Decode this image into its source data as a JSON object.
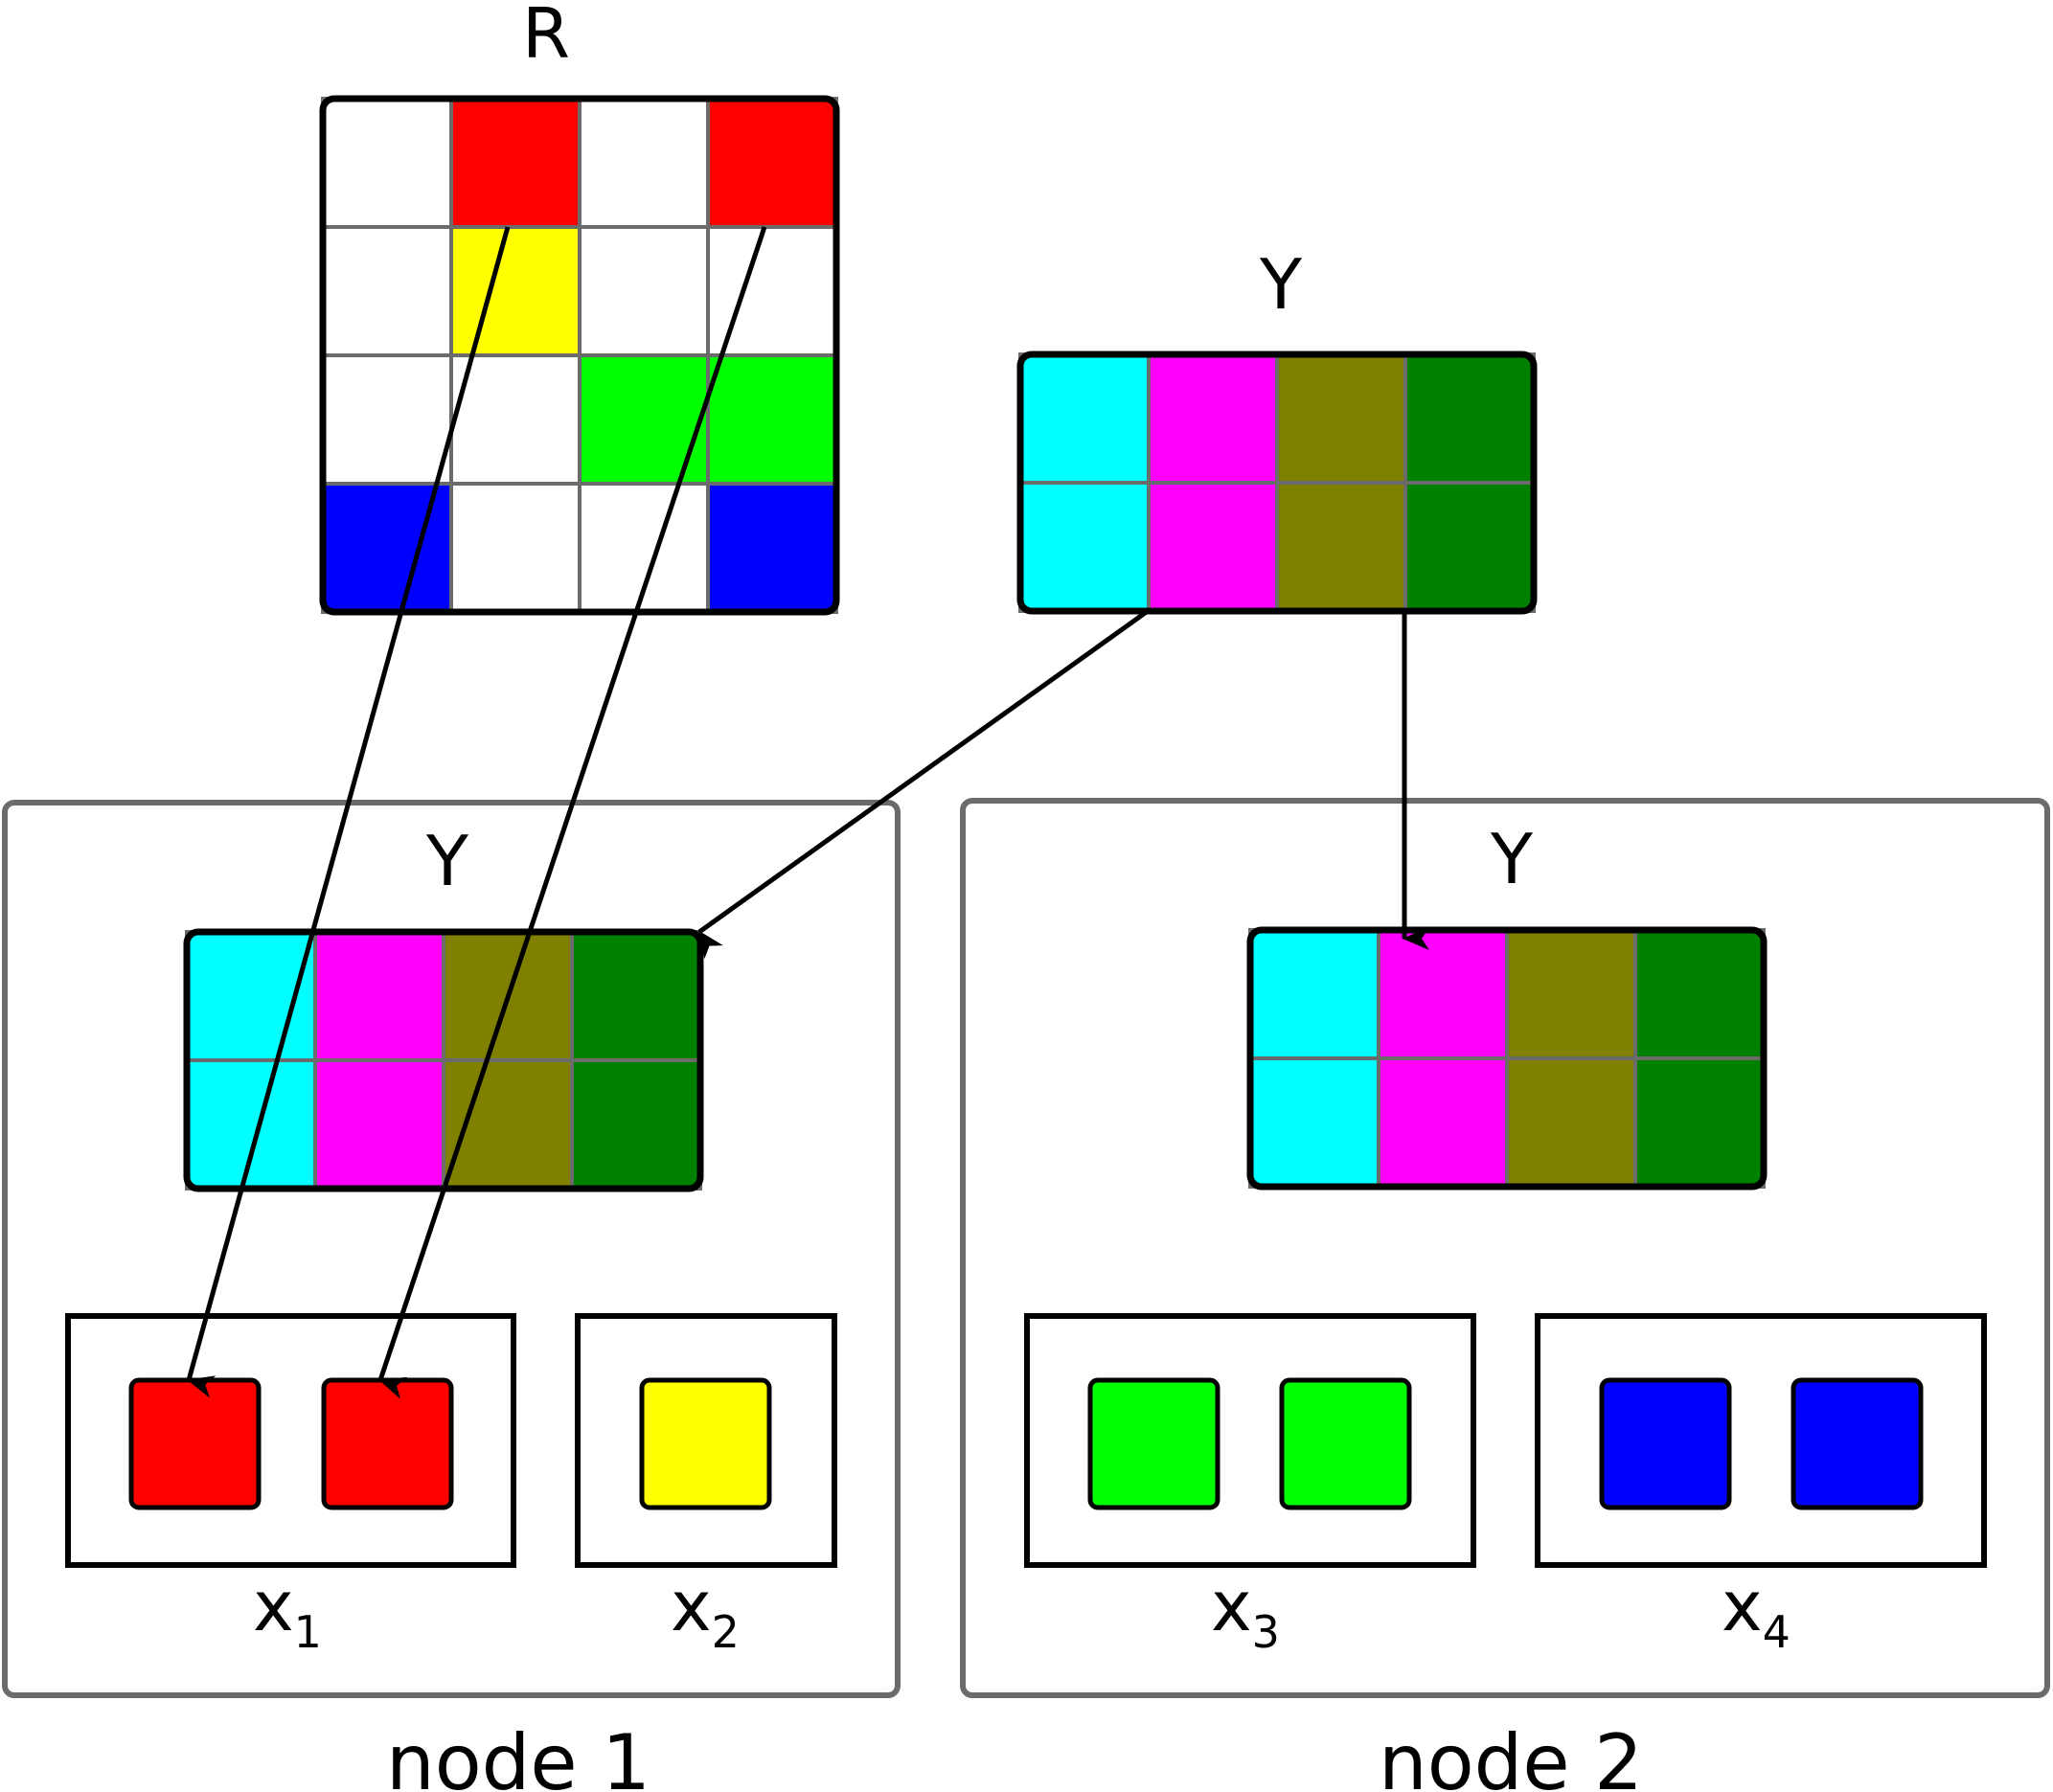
{
  "colors": {
    "white": "#ffffff",
    "red": "#ff0000",
    "yellow": "#ffff00",
    "green": "#00ff00",
    "blue": "#0000ff",
    "cyan": "#00ffff",
    "magenta": "#ff00ff",
    "olive": "#808000",
    "darkgreen": "#008000",
    "gridline": "#6b6b6b",
    "node_border": "#6b6b6b",
    "outline": "#000000"
  },
  "matrix_r": {
    "label": "R",
    "cells": [
      [
        "white",
        "red",
        "white",
        "red"
      ],
      [
        "white",
        "yellow",
        "white",
        "white"
      ],
      [
        "white",
        "white",
        "green",
        "green"
      ],
      [
        "blue",
        "white",
        "white",
        "blue"
      ]
    ]
  },
  "matrix_y": {
    "label": "Y",
    "cells": [
      [
        "cyan",
        "magenta",
        "olive",
        "darkgreen"
      ],
      [
        "cyan",
        "magenta",
        "olive",
        "darkgreen"
      ]
    ]
  },
  "nodes": [
    {
      "label": "node 1",
      "y_label": "Y",
      "groups": [
        {
          "name": "x",
          "sub": "1",
          "blocks": [
            "red",
            "red"
          ]
        },
        {
          "name": "x",
          "sub": "2",
          "blocks": [
            "yellow"
          ]
        }
      ]
    },
    {
      "label": "node 2",
      "y_label": "Y",
      "groups": [
        {
          "name": "x",
          "sub": "3",
          "blocks": [
            "green",
            "green"
          ]
        },
        {
          "name": "x",
          "sub": "4",
          "blocks": [
            "blue",
            "blue"
          ]
        }
      ]
    }
  ]
}
